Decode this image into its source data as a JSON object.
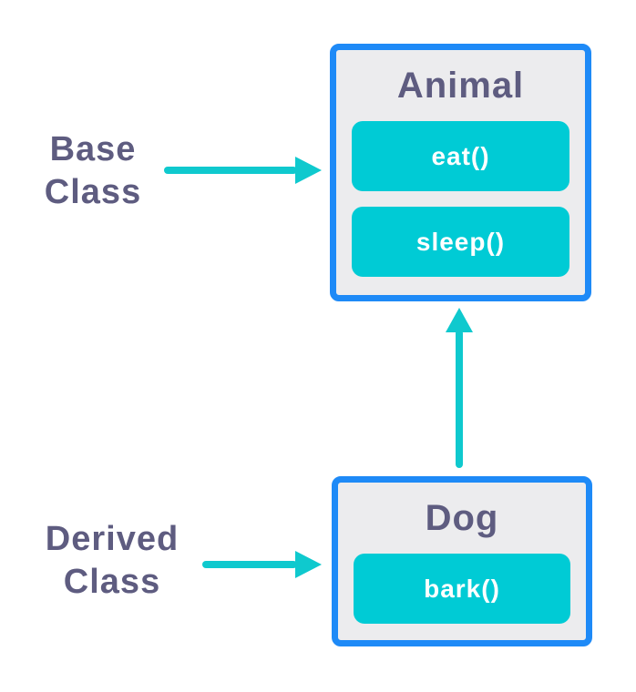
{
  "diagram": {
    "type": "class-inheritance",
    "background": "#ffffff"
  },
  "colors": {
    "box_border": "#1e8af7",
    "box_fill": "#ececee",
    "method_fill": "#00cbd5",
    "method_text": "#ffffff",
    "label_text": "#5e5c80",
    "arrow": "#0fc9ce"
  },
  "labels": {
    "base_class": "Base\nClass",
    "derived_class": "Derived\nClass"
  },
  "classes": [
    {
      "name": "Animal",
      "role": "base class",
      "methods": [
        "eat()",
        "sleep()"
      ]
    },
    {
      "name": "Dog",
      "role": "derived class",
      "methods": [
        "bark()"
      ]
    }
  ],
  "arrows": [
    {
      "name": "base-class-arrow",
      "from": "Base Class label",
      "to": "Animal box",
      "direction": "right"
    },
    {
      "name": "derived-class-arrow",
      "from": "Derived Class label",
      "to": "Dog box",
      "direction": "right"
    },
    {
      "name": "inheritance-arrow",
      "from": "Dog box",
      "to": "Animal box",
      "direction": "up"
    }
  ]
}
